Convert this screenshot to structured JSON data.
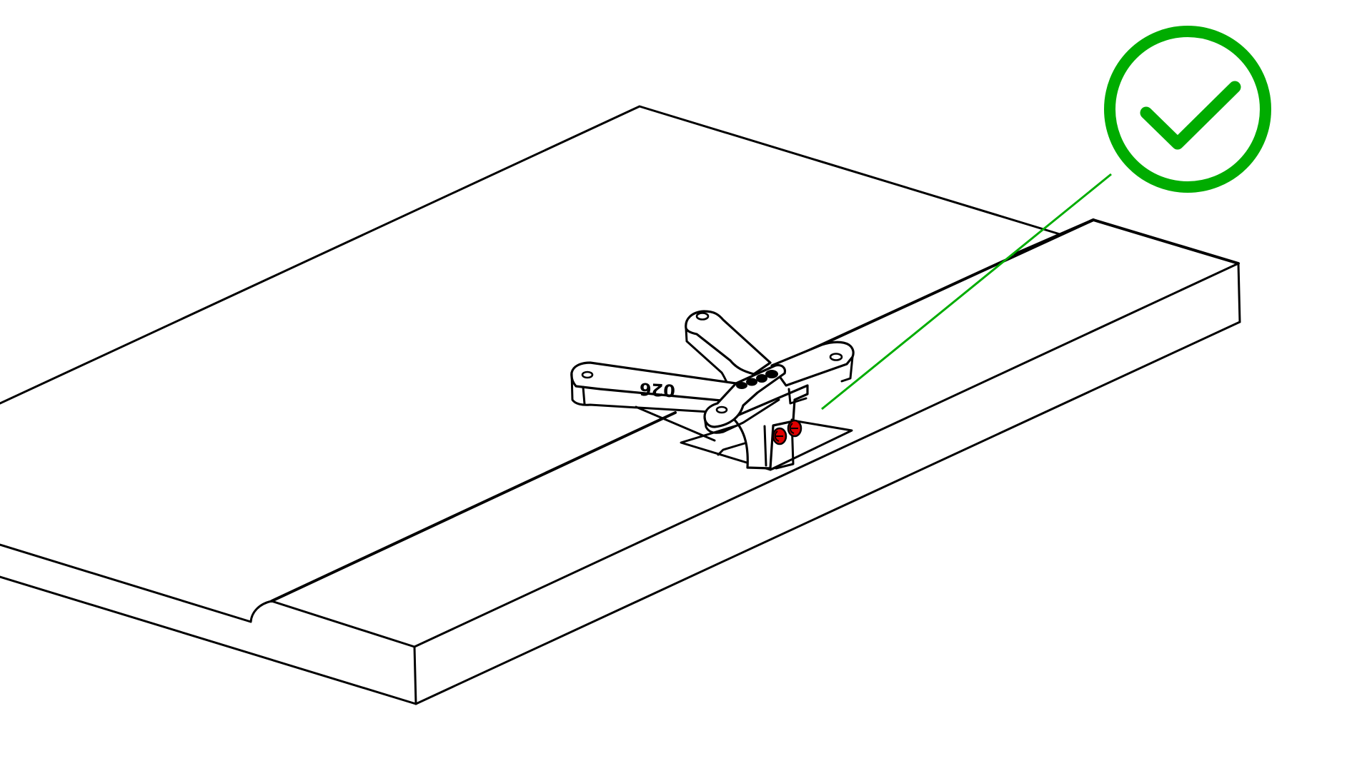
{
  "figure": {
    "description": "Isometric line drawing of a monitor lying face down on a surface with a VESA mount bracket attached to the rear stand slot, marked with a green check mark indicating correct assembly",
    "status_mark": {
      "icon": "check-circle-icon",
      "meaning": "correct",
      "color": "#00ac00"
    },
    "bracket": {
      "engraved_label_arm": "026",
      "engraved_label_center": "",
      "screw_count": 2,
      "screw_color": "#e00000"
    },
    "colors": {
      "line": "#000000",
      "background": "#ffffff",
      "callout_line": "#00ac00"
    }
  }
}
